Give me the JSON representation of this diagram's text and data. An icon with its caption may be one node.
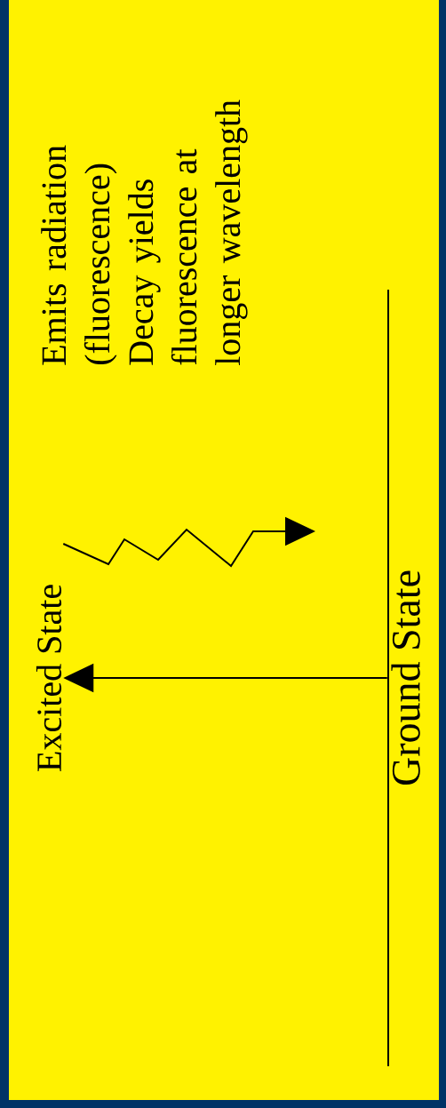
{
  "diagram": {
    "nodes": [
      {
        "text": [
          "Excited State"
        ]
      },
      {
        "text": [
          "Ground State"
        ]
      }
    ],
    "edges": [
      {
        "from": 1,
        "to": 0,
        "arrow": "to"
      },
      {
        "from": 0,
        "to": null,
        "arrow": "to"
      }
    ],
    "labels": [
      "Emits radiation (fluorescence)",
      "Decay yields fluorescence at longer wavelength"
    ]
  }
}
